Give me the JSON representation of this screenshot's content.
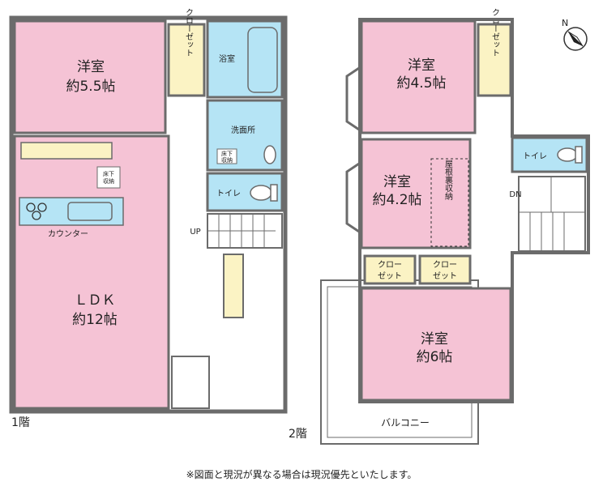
{
  "floor1": {
    "label": "1階",
    "rooms": {
      "western_name": "洋室",
      "western_size": "約5.5帖",
      "closet_label": "クローゼット",
      "bath_label": "浴室",
      "washroom_label": "洗面所",
      "floor_storage_label_a": "床下",
      "floor_storage_label_b": "収納",
      "toilet_label": "トイレ",
      "ldk_name": "ＬＤＫ",
      "ldk_size": "約12帖",
      "counter_label": "カウンター",
      "stairs_label": "UP"
    }
  },
  "floor2": {
    "label": "2階",
    "rooms": {
      "western1_name": "洋室",
      "western1_size": "約4.5帖",
      "closet1_label": "クローゼット",
      "toilet_label": "トイレ",
      "western2_name": "洋室",
      "western2_size": "約4.2帖",
      "attic_label": "屋根裏収納",
      "stairs_label": "DN",
      "closet2_line1": "クロー",
      "closet2_line2": "ゼット",
      "closet3_line1": "クロー",
      "closet3_line2": "ゼット",
      "western3_name": "洋室",
      "western3_size": "約6帖",
      "balcony_label": "バルコニー"
    }
  },
  "compass": {
    "north_label": "N"
  },
  "footnote": "※図面と現況が異なる場合は現況優先といたします。",
  "colors": {
    "room_pink": "#f5c3d5",
    "closet_cream": "#fbf3c4",
    "water_blue": "#b5e4f5",
    "wall_gray": "#6b6b6b"
  }
}
